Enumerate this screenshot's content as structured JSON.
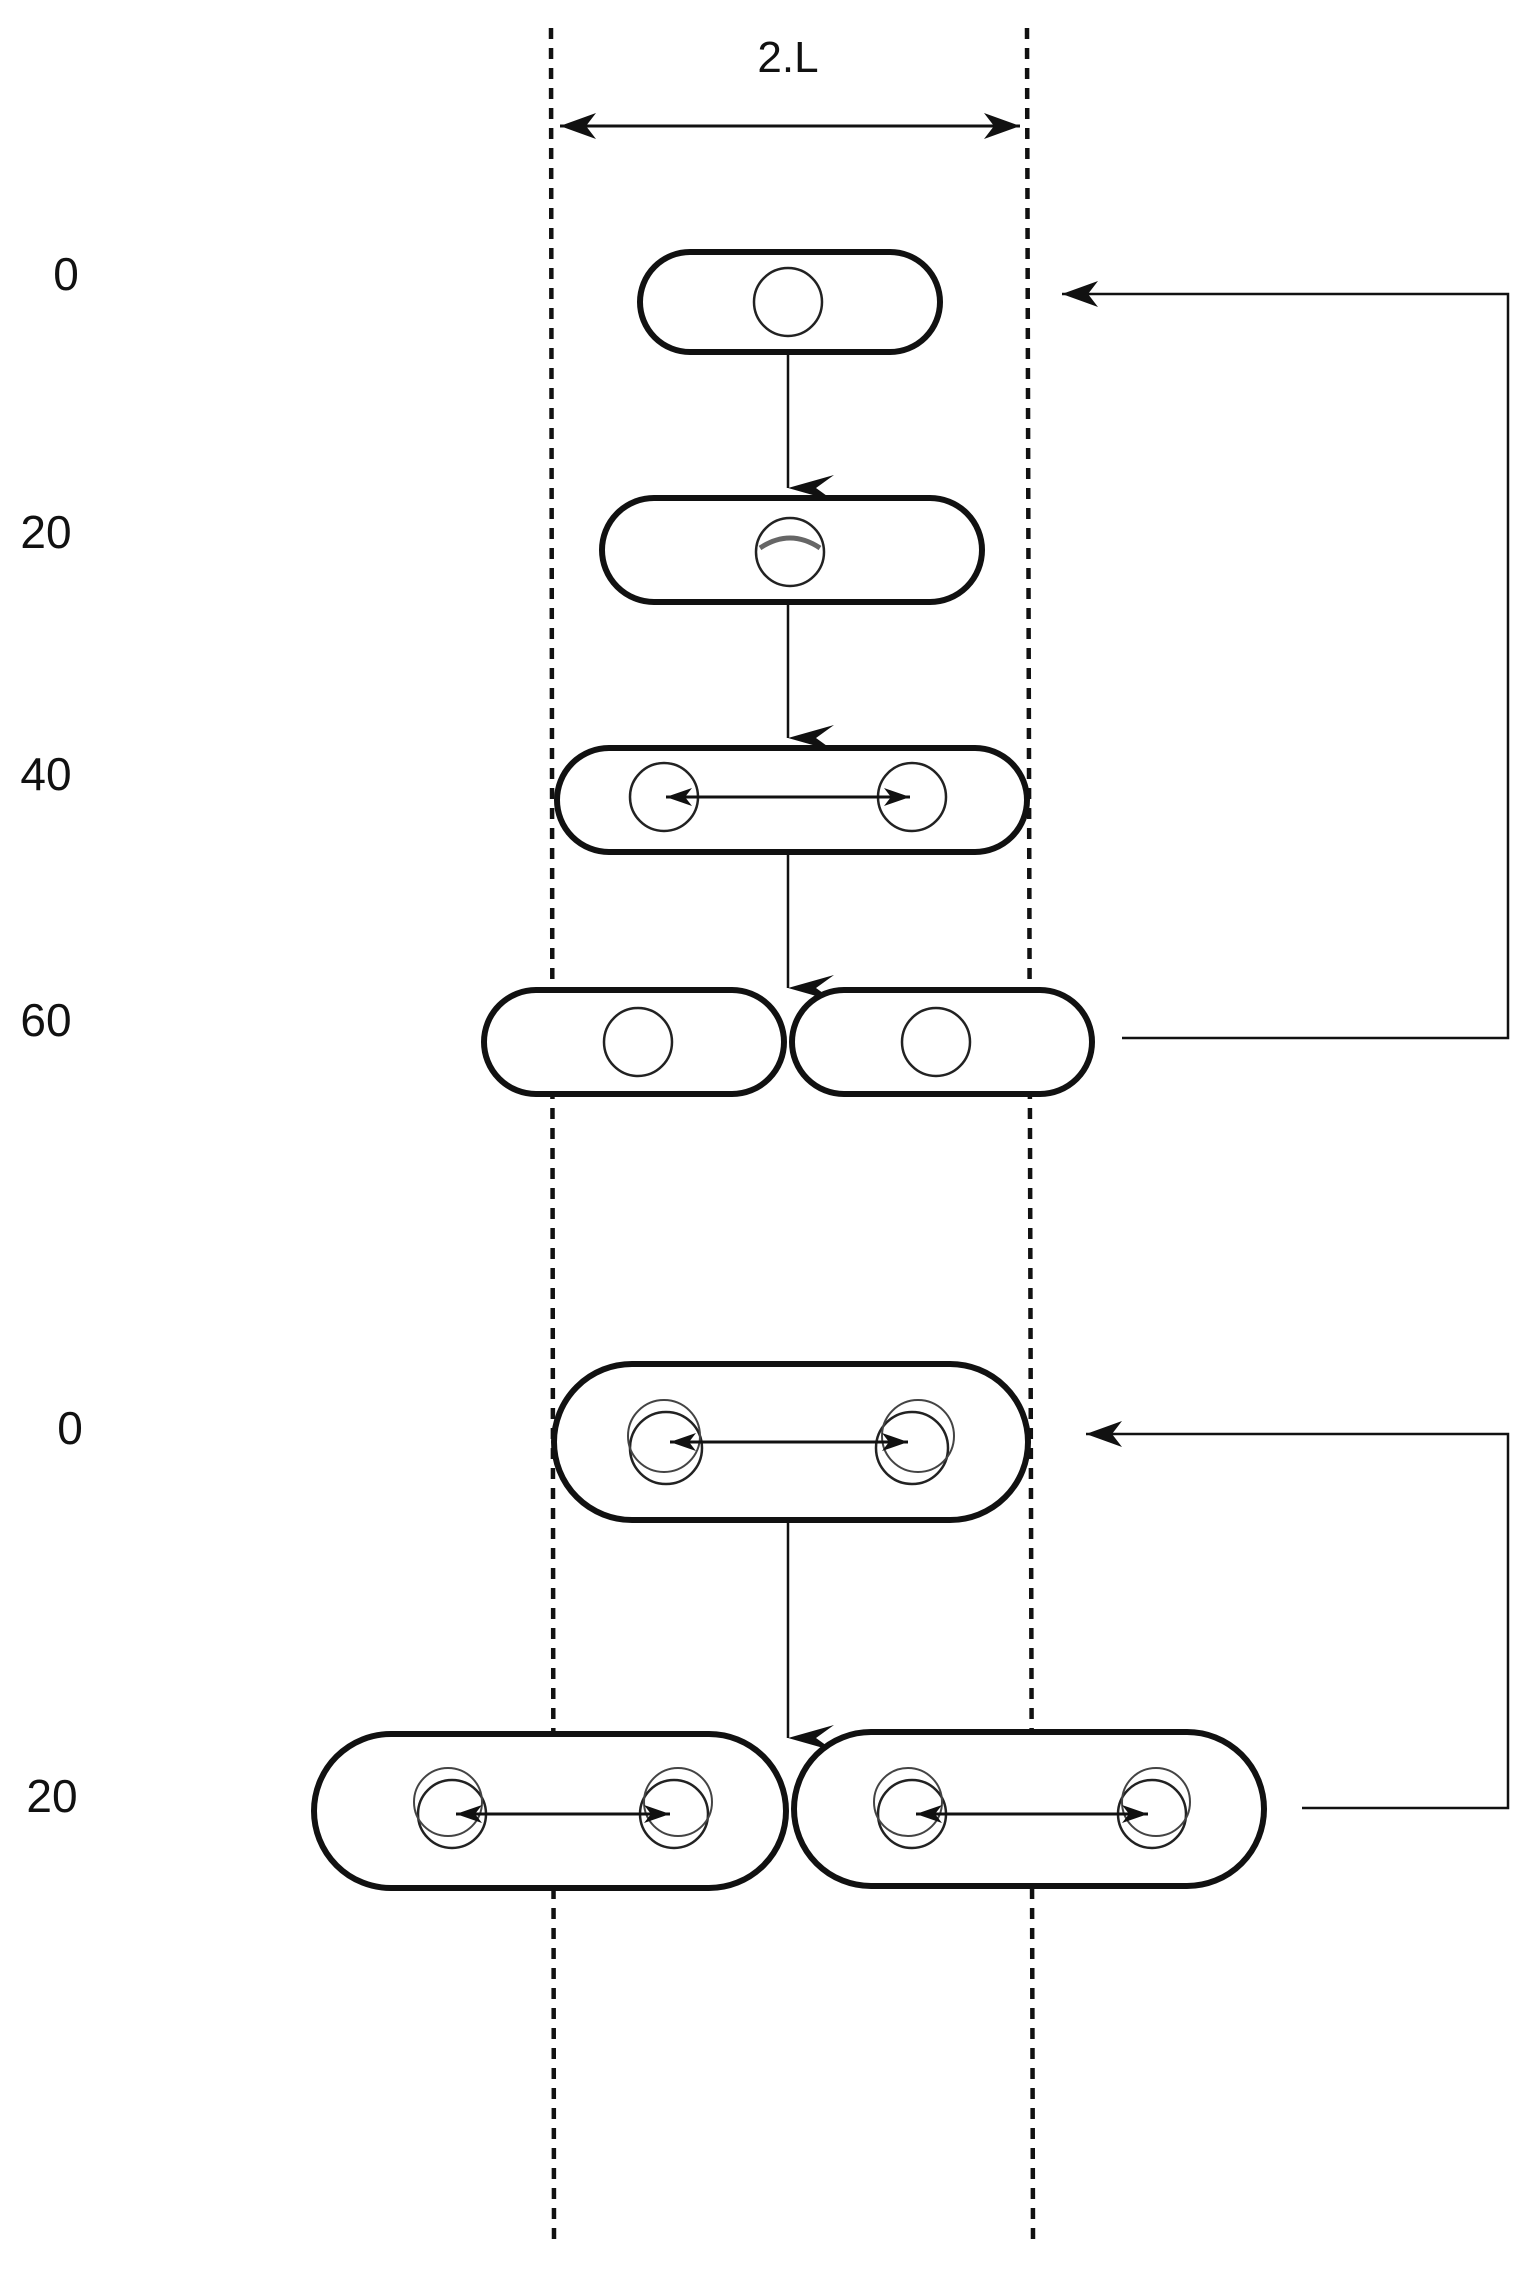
{
  "diagram": {
    "dimension_label": "2.L",
    "top_sequence": {
      "time_labels": [
        "0",
        "20",
        "40",
        "60"
      ]
    },
    "bottom_sequence": {
      "time_labels": [
        "0",
        "20"
      ]
    }
  }
}
